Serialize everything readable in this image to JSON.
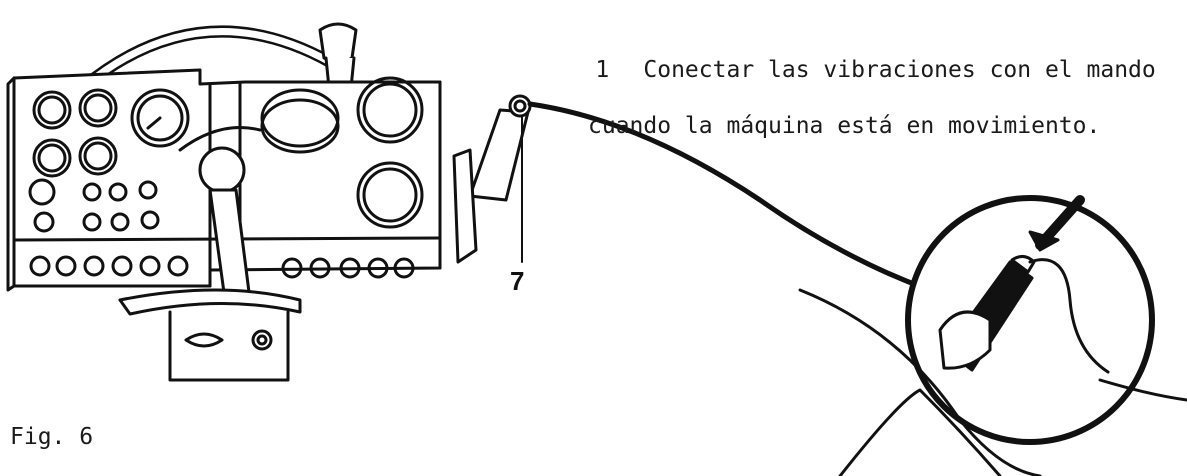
{
  "instruction": {
    "number": "1",
    "line1": "Conectar las vibraciones con el mando",
    "line2": "cuando la máquina está en movimiento."
  },
  "callout_label": "7",
  "figure_label": "Fig. 6",
  "colors": {
    "ink": "#111111",
    "paper": "#ffffff"
  }
}
